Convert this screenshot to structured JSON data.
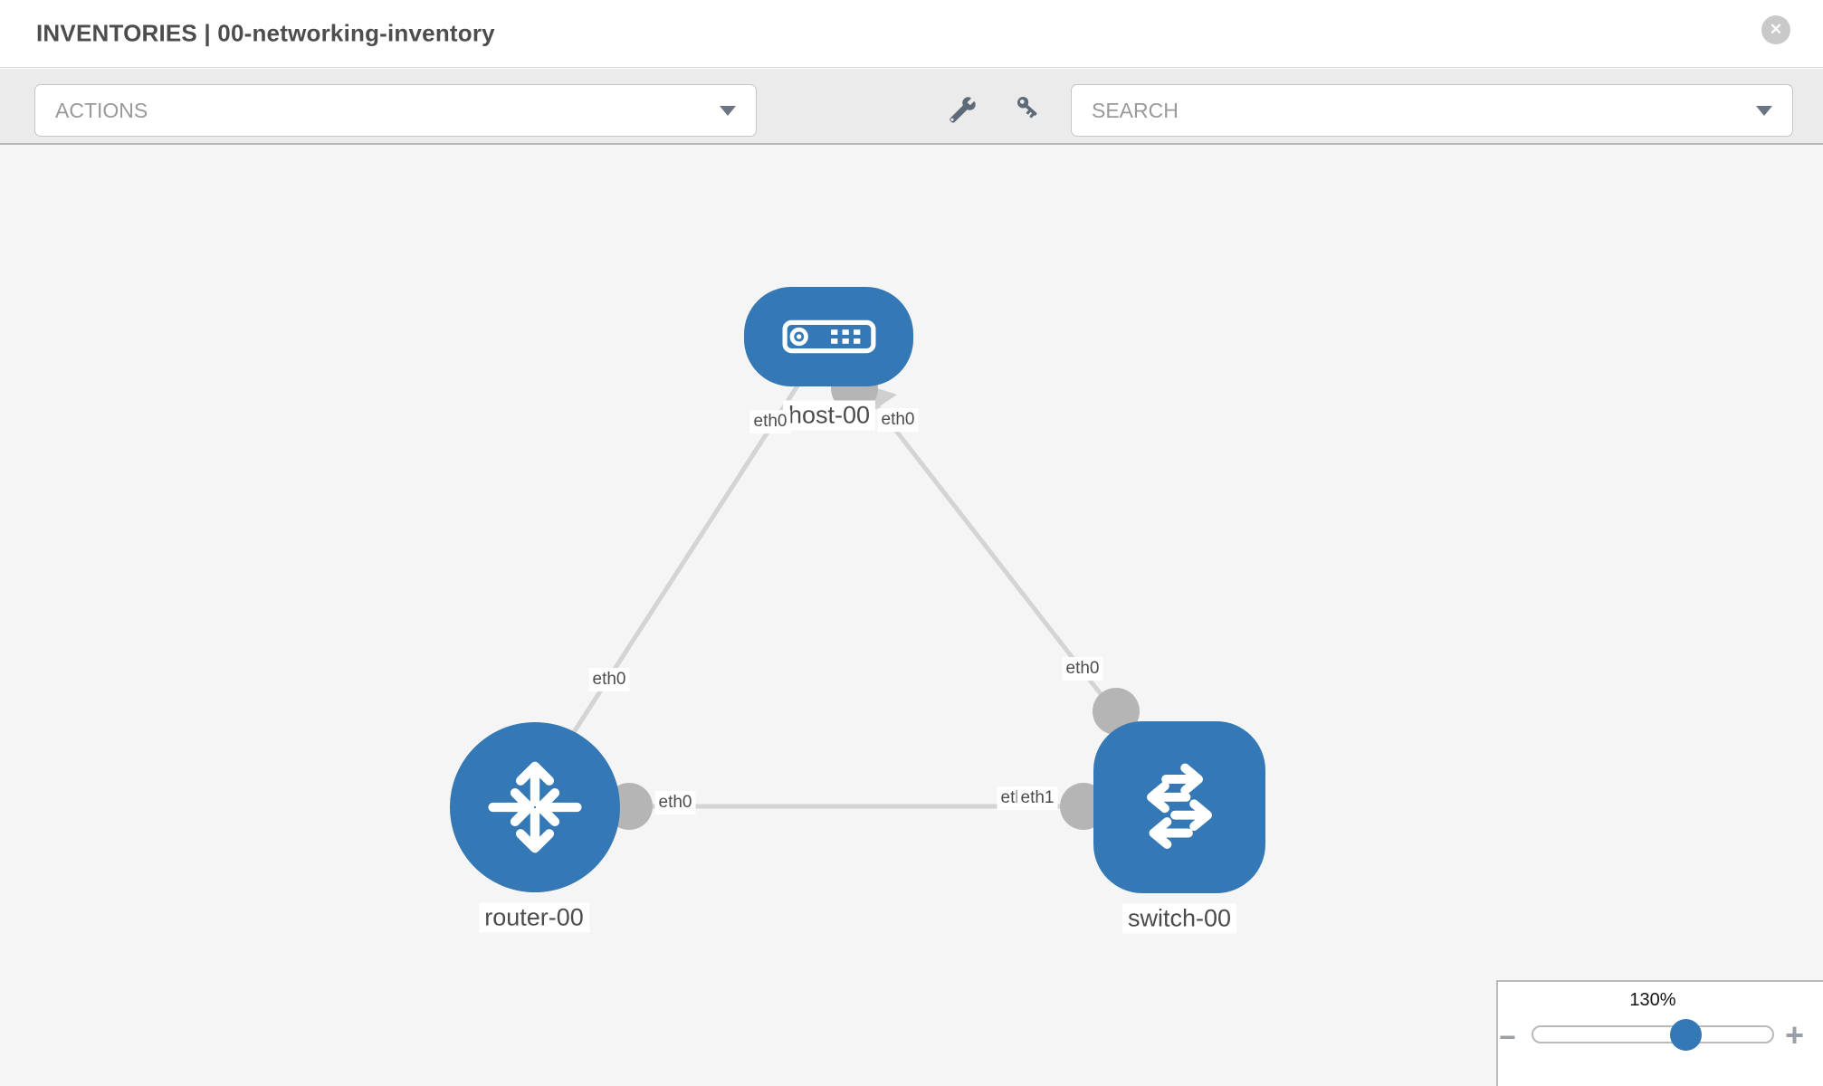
{
  "header": {
    "title": "INVENTORIES | 00-networking-inventory",
    "close_glyph": "✕"
  },
  "toolbar": {
    "actions": {
      "label": "ACTIONS"
    },
    "search": {
      "placeholder": "SEARCH"
    },
    "tools": [
      {
        "icon": "wrench-icon"
      },
      {
        "icon": "key-icon"
      }
    ]
  },
  "topology": {
    "nodes": [
      {
        "id": "host-00",
        "type": "host",
        "label": "host-00"
      },
      {
        "id": "router-00",
        "type": "router",
        "label": "router-00"
      },
      {
        "id": "switch-00",
        "type": "switch",
        "label": "switch-00"
      }
    ],
    "edges": [
      {
        "from": "host-00",
        "to": "router-00",
        "from_if": "eth0",
        "to_if": "eth0"
      },
      {
        "from": "host-00",
        "to": "switch-00",
        "from_if": "eth0",
        "to_if": "eth0"
      },
      {
        "from": "router-00",
        "to": "switch-00",
        "from_if": "eth0",
        "to_if": "eth1"
      }
    ],
    "interface_labels": [
      {
        "text": "eth0",
        "at": "host-left"
      },
      {
        "text": "eth0",
        "at": "host-right"
      },
      {
        "text": "eth0",
        "at": "router-top"
      },
      {
        "text": "eth0",
        "at": "switch-top"
      },
      {
        "text": "eth0",
        "at": "router-right"
      },
      {
        "text": "eth0",
        "at": "switch-left-behind"
      },
      {
        "text": "eth1",
        "at": "switch-left"
      }
    ]
  },
  "zoom_control": {
    "level": "130%",
    "minus_glyph": "−",
    "plus_glyph": "+"
  },
  "colors": {
    "accent_blue": "#3478b5",
    "edge_gray": "#d4d4d4",
    "port_gray": "#b5b5b5",
    "toolbar_gray": "#ebebeb",
    "canvas_gray": "#f5f5f5"
  }
}
